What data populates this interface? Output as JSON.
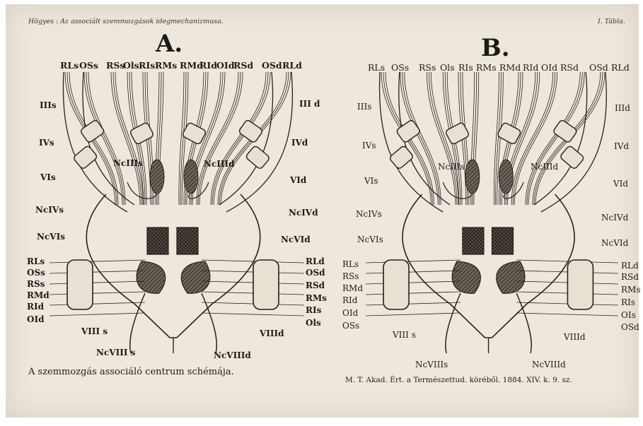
{
  "header": {
    "left": "Högyes : Az associált szemmozgások idegmechanizmusa.",
    "right": "I. Tábla."
  },
  "panels": {
    "a": {
      "letter": "A.",
      "top_labels": [
        "RLs",
        "OSs",
        "RSs",
        "Ols",
        "RIs",
        "RMs",
        "RMd",
        "RId",
        "OId",
        "RSd",
        "OSd",
        "RLd"
      ],
      "labels": {
        "IIIs": "IIIs",
        "IIId": "III d",
        "IVs": "IVs",
        "IVd": "IVd",
        "VIs": "VIs",
        "VId": "VId",
        "NcIIIs": "NcIIIs",
        "NcIIId": "NcIIId",
        "NcIVs": "NcIVs",
        "NcIVd": "NcIVd",
        "NcVIs": "NcVIs",
        "NcVId": "NcVId",
        "VIIIs": "VIII s",
        "VIIId": "VIIId",
        "NcVIIIs": "NcVIII s",
        "NcVIIId": "NcVIIId"
      },
      "left_side": [
        "RLs",
        "OSs",
        "RSs",
        "RMd",
        "RId",
        "OId"
      ],
      "right_side": [
        "RLd",
        "OSd",
        "RSd",
        "RMs",
        "RIs",
        "Ols"
      ]
    },
    "b": {
      "letter": "B.",
      "top_labels": [
        "RLs",
        "OSs",
        "RSs",
        "Ols",
        "RIs",
        "RMs",
        "RMd",
        "RId",
        "OId",
        "RSd",
        "OSd",
        "RLd"
      ],
      "labels": {
        "IIIs": "IIIs",
        "IIId": "IIId",
        "IVs": "IVs",
        "IVd": "IVd",
        "VIs": "VIs",
        "VId": "VId",
        "NcIIIs": "NcIIIs",
        "NcIIId": "NcIIId",
        "NcIVs": "NcIVs",
        "NcIVd": "NcIVd",
        "NcVIs": "NcVIs",
        "NcVId": "NcVId",
        "VIIIs": "VIII s",
        "VIIId": "VIIId",
        "NcVIIIs": "NcVIIIs",
        "NcVIIId": "NcVIIId"
      },
      "left_side": [
        "RLs",
        "RSs",
        "RMd",
        "RId",
        "OId",
        "OSs"
      ],
      "right_side": [
        "RLd",
        "RSd",
        "RMs",
        "RIs",
        "OIs",
        "OSd"
      ]
    }
  },
  "captions": {
    "left": "A szemmozgás associáló centrum schémája.",
    "right": "M. T. Akad. Ért. a Természettud. köréből. 1884. XIV. k. 9. sz."
  }
}
